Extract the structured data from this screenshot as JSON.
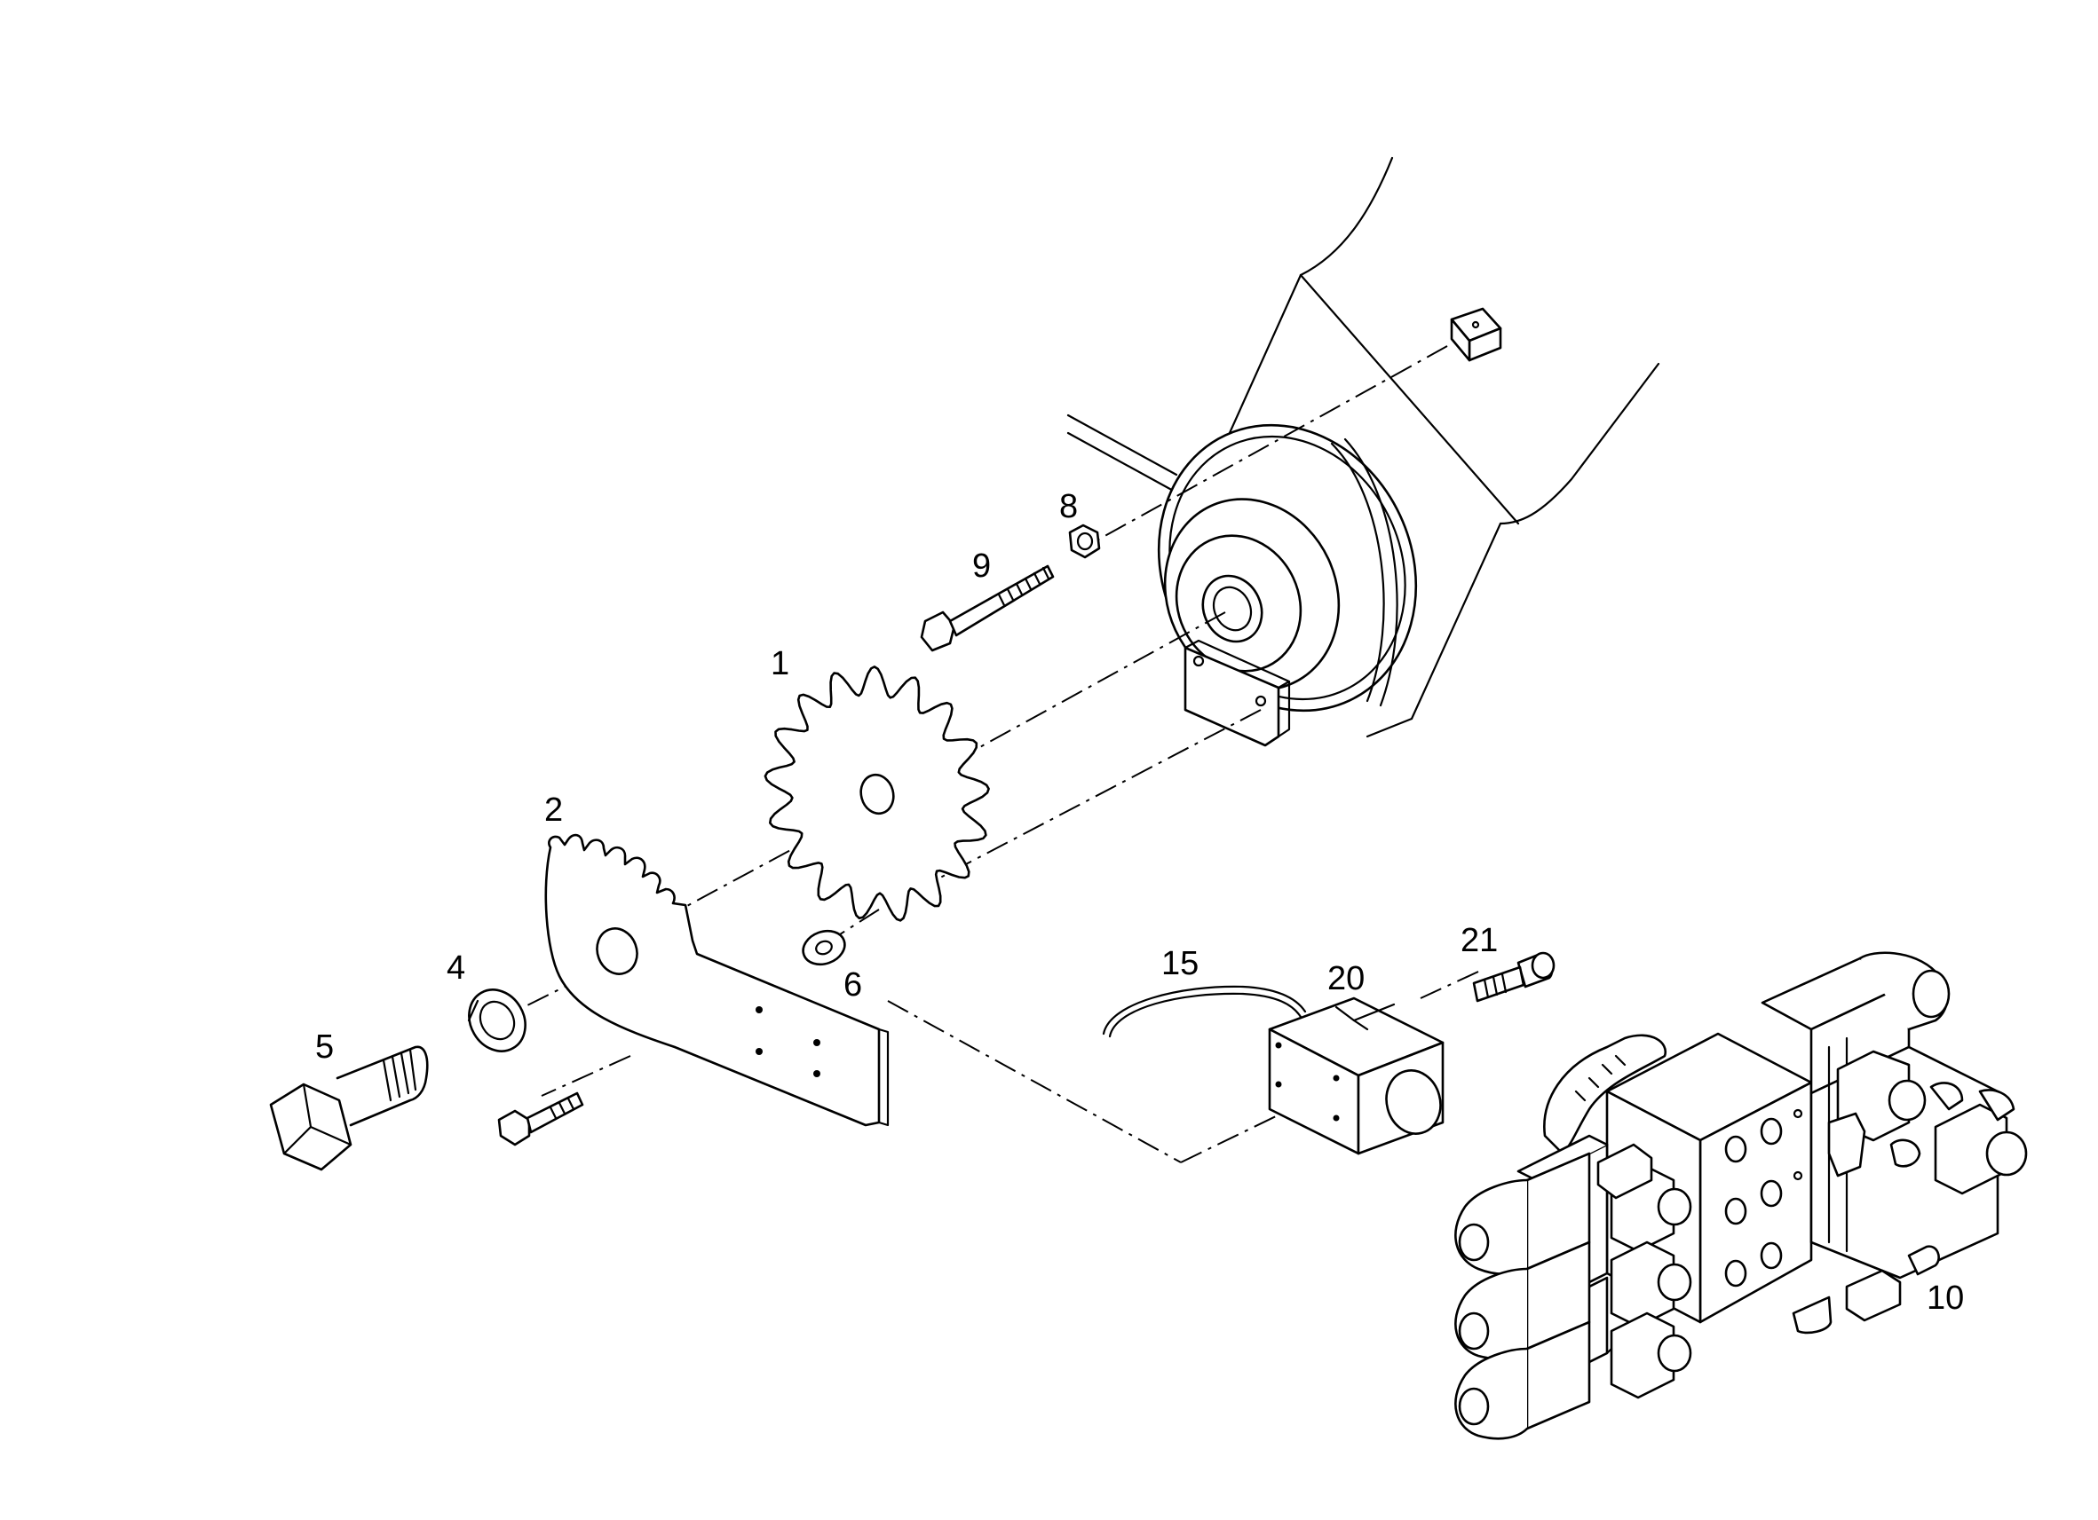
{
  "diagram": {
    "callouts": {
      "c1": "1",
      "c2": "2",
      "c4": "4",
      "c5": "5",
      "c6": "6",
      "c8": "8",
      "c9": "9",
      "c10": "10",
      "c15": "15",
      "c20": "20",
      "c21": "21"
    },
    "colors": {
      "line": "#000000",
      "background": "#ffffff"
    }
  }
}
